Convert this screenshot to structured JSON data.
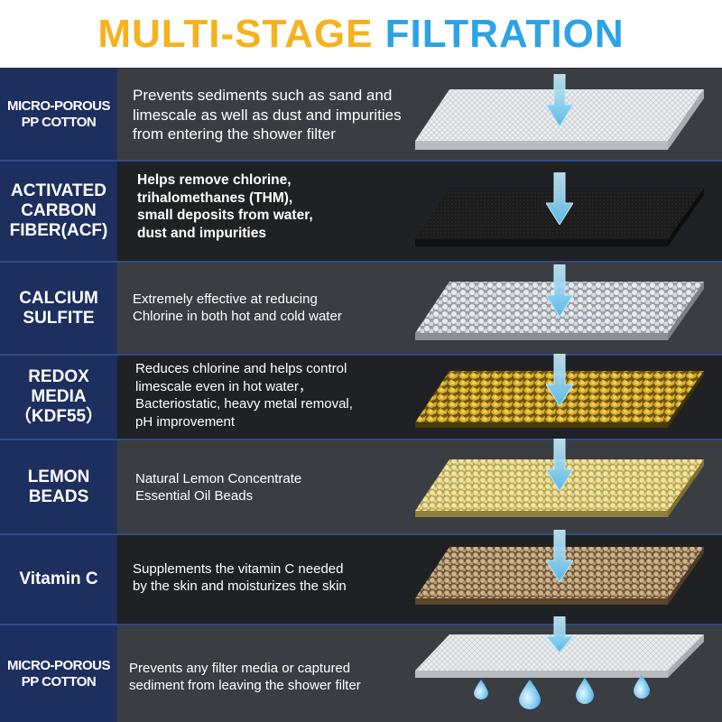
{
  "title_part1": "MULTI-STAGE",
  "title_part2": "FILTRATION",
  "colors": {
    "title_orange": "#f5b21e",
    "title_blue": "#2ba3e6",
    "label_bg": "#1d2f5e",
    "arrow": "#8fd3f4"
  },
  "stages": [
    {
      "label": "MICRO-POROUS\nPP COTTON",
      "description": "Prevents sediments such as sand and\nlimescale as well as dust and impurities\n from entering the shower filter",
      "material": "pp-cotton"
    },
    {
      "label": "ACTIVATED\nCARBON\nFIBER(ACF)",
      "description": "Helps remove chlorine,\ntrihalomethanes (THM),\n small deposits from water,\n dust and impurities",
      "material": "carbon-fiber"
    },
    {
      "label": "CALCIUM\nSULFITE",
      "description": "Extremely effective at reducing\nChlorine  in both hot and cold water",
      "material": "calcium-sulfite"
    },
    {
      "label": "REDOX\nMEDIA\n（KDF55）",
      "description": "Reduces chlorine and helps control\nlimescale even in hot water，\nBacteriostatic, heavy metal removal,\n pH improvement",
      "material": "kdf55"
    },
    {
      "label": "LEMON\nBEADS",
      "description": "Natural Lemon Concentrate\nEssential Oil Beads",
      "material": "lemon-beads"
    },
    {
      "label": "Vitamin C",
      "description": "Supplements the vitamin C needed\nby the skin and moisturizes the skin",
      "material": "vitamin-c"
    },
    {
      "label": "MICRO-POROUS\nPP COTTON",
      "description": "Prevents any filter media or captured\nsediment from leaving the shower filter",
      "material": "pp-cotton"
    }
  ]
}
